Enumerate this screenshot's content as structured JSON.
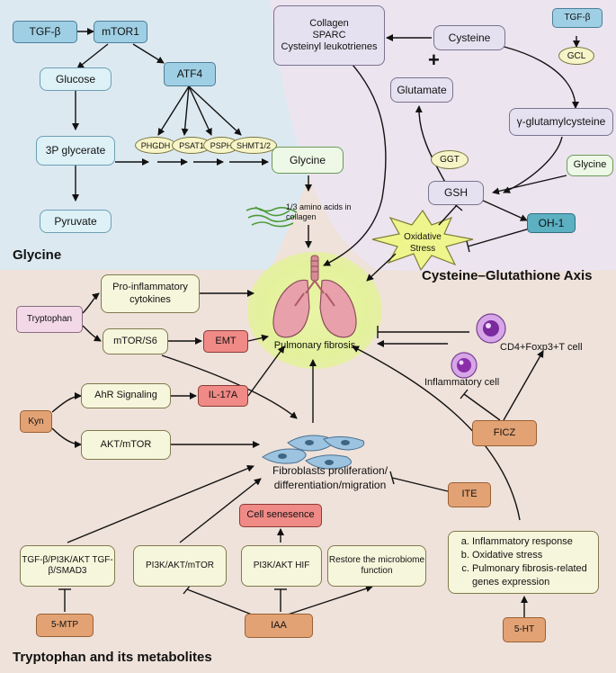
{
  "colors": {
    "glycine_bg": "#dde9f1",
    "cysteine_bg": "#ece4ee",
    "tryptophan_bg": "#efe2da",
    "center_glow": "#e4f19c",
    "stress_star": "#eef58c",
    "arrow": "#111111"
  },
  "sections": {
    "glycine": "Glycine",
    "cysteine": "Cysteine–Glutathione Axis",
    "tryptophan": "Tryptophan and its metabolites"
  },
  "glycine": {
    "tgfb": "TGF-β",
    "mtor1": "mTOR1",
    "atf4": "ATF4",
    "glucose": "Glucose",
    "p3glycerate": "3P glycerate",
    "pyruvate": "Pyruvate",
    "glycine": "Glycine",
    "enzymes": [
      "PHGDH",
      "PSAT1",
      "PSPH",
      "SHMT1/2"
    ],
    "collagen_note": "1/3 amino acids in collagen"
  },
  "cysteine": {
    "products": [
      "Collagen",
      "SPARC",
      "Cysteinyl leukotrienes"
    ],
    "cysteine": "Cysteine",
    "plus": "+",
    "glutamate": "Glutamate",
    "tgfb": "TGF-β",
    "gcl": "GCL",
    "gglu": "γ-glutamylcysteine",
    "glycine": "Glycine",
    "ggt": "GGT",
    "gsh": "GSH",
    "oh1": "OH-1",
    "stress": "Oxidative Stress"
  },
  "center": {
    "title": "Pulmonary fibrosis",
    "fibroblast": "Fibroblasts proliferation/ differentiation/migration"
  },
  "tryptophan": {
    "tryptophan": "Tryptophan",
    "proinflam": "Pro-inflammatory cytokines",
    "mtor_s6": "mTOR/S6",
    "emt": "EMT",
    "kyn": "Kyn",
    "ahr": "AhR Signaling",
    "il17a": "IL-17A",
    "akt_mtor": "AKT/mTOR",
    "cd4": "CD4+Foxp3+T cell",
    "inflam_cell": "Inflammatory cell",
    "ficz": "FICZ",
    "ite": "ITE",
    "senescence": "Cell senesence",
    "tgf_pi3k": "TGF-β/PI3K/AKT TGF-β/SMAD3",
    "pi3k_mtor": "PI3K/AKT/mTOR",
    "pi3k_hif": "PI3K/AKT HIF",
    "microbiome": "Restore the microbiome function",
    "effects": [
      "Inflammatory response",
      "Oxidative stress",
      "Pulmonary fibrosis-related genes expression"
    ],
    "mtp5": "5-MTP",
    "iaa": "IAA",
    "ht5": "5-HT"
  }
}
